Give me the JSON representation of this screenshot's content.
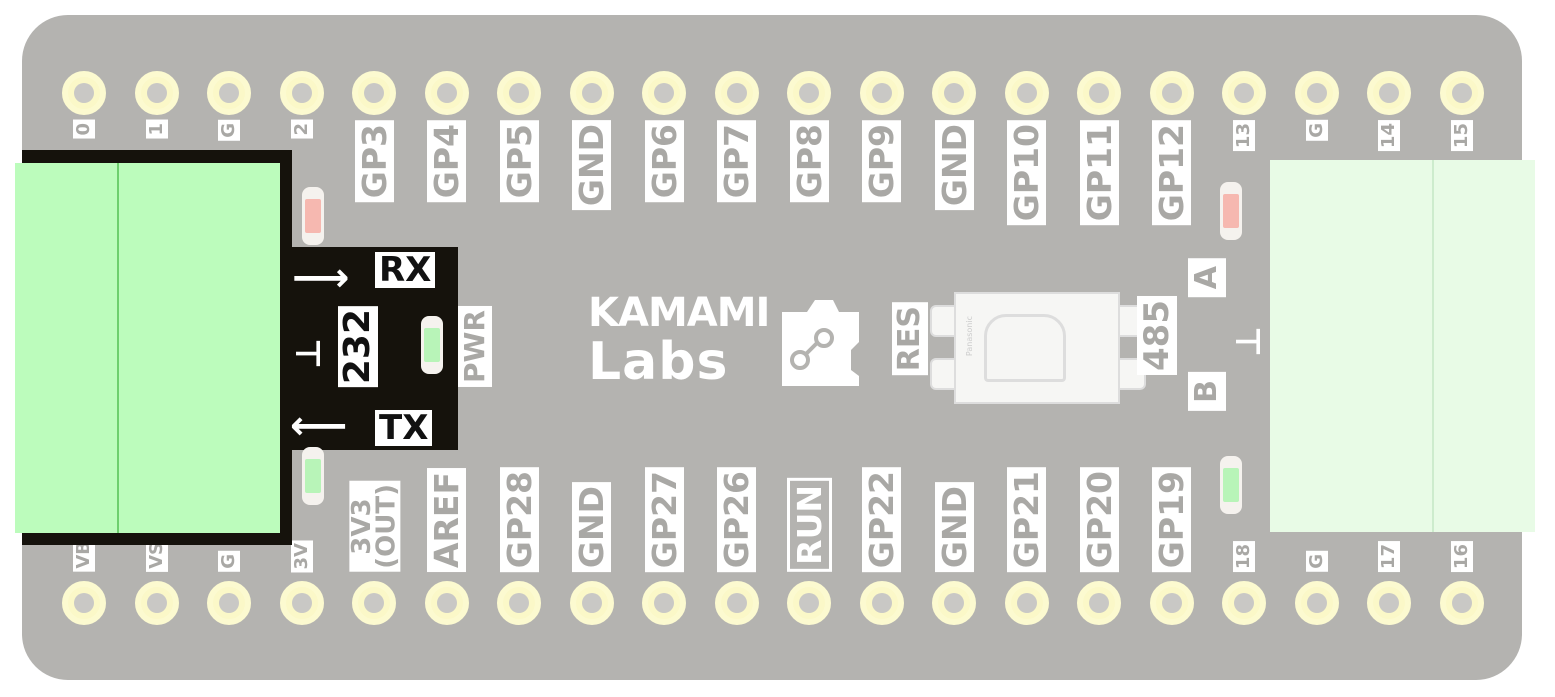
{
  "top_pins": [
    "0",
    "1",
    "G",
    "2",
    "GP3",
    "GP4",
    "GP5",
    "GND",
    "GP6",
    "GP7",
    "GP8",
    "GP9",
    "GND",
    "GP10",
    "GP11",
    "GP12",
    "13",
    "G",
    "14",
    "15"
  ],
  "bottom_pins": [
    "VB",
    "VS",
    "G",
    "3V",
    "3V3\n(OUT)",
    "AREF",
    "GP28",
    "GND",
    "GP27",
    "GP26",
    "RUN",
    "GP22",
    "GND",
    "GP21",
    "GP20",
    "GP19",
    "18",
    "G",
    "17",
    "16"
  ],
  "rs232": {
    "rx": "RX",
    "tx": "TX",
    "label": "232",
    "ground": "⊥"
  },
  "pwr_label": "PWR",
  "res_label": "RES",
  "rs485": {
    "label": "485",
    "a": "A",
    "b": "B",
    "ground": "⊥"
  },
  "logo": {
    "line1": "KAMAMI",
    "line2": "Labs"
  },
  "button_brand": "Panasonic",
  "colors": {
    "board": "#b4b3b0",
    "terminal": "#bcfcbc",
    "terminal_right": "#e8fbe6",
    "pad": "#fcfad0",
    "led_red": "#f6b8b0",
    "led_green": "#b8f4b8"
  }
}
